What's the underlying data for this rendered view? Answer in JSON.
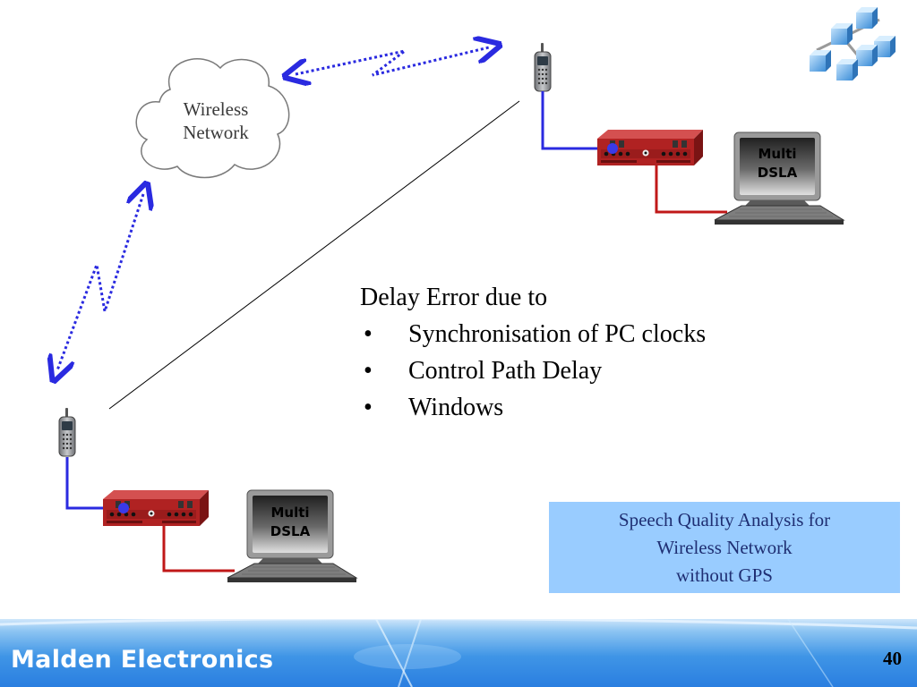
{
  "cloud": {
    "line1": "Wireless",
    "line2": "Network"
  },
  "monitor_label": {
    "line1": "Multi",
    "line2": "DSLA"
  },
  "bullets": {
    "heading": "Delay Error due to",
    "items": [
      "Synchronisation of PC clocks",
      "Control Path Delay",
      "Windows"
    ],
    "marker": "•"
  },
  "info_box": {
    "lines": [
      "Speech Quality Analysis for",
      "Wireless Network",
      "without GPS"
    ]
  },
  "footer": {
    "brand": "Malden Electronics",
    "page_number": "40"
  },
  "colors": {
    "link_dotted": "#2a2ae0",
    "cable_blue": "#2a2ae0",
    "cable_red": "#c01818",
    "device_red": "#b02222",
    "info_box_bg": "#99ccff",
    "footer_blue": "#2a7ee0"
  }
}
